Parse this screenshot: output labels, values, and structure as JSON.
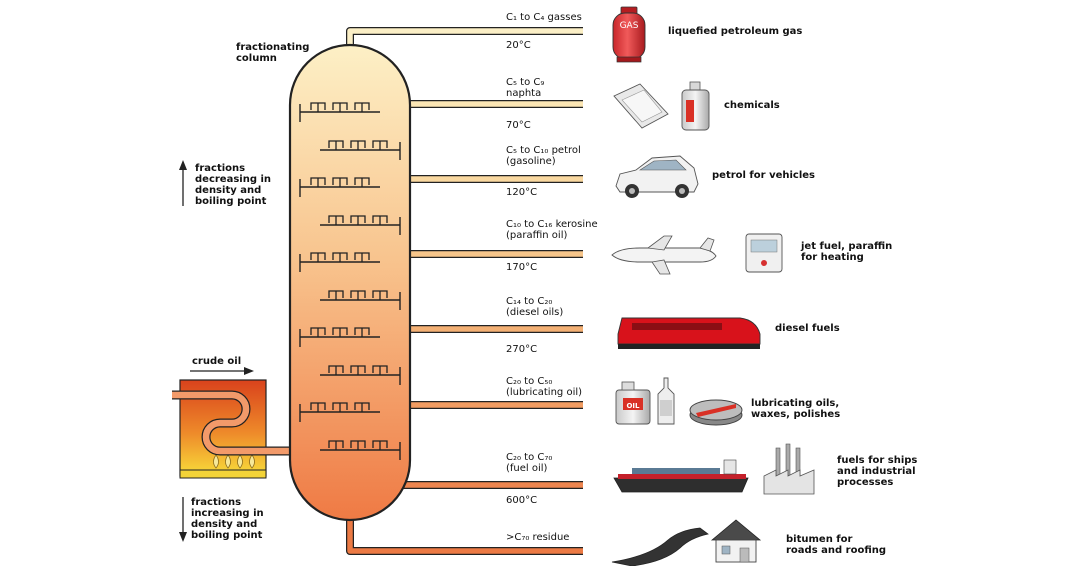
{
  "column_label": [
    "fractionating",
    "column"
  ],
  "decreasing_label": [
    "fractions",
    "decreasing in",
    "density and",
    "boiling point"
  ],
  "increasing_label": [
    "fractions",
    "increasing in",
    "density and",
    "boiling point"
  ],
  "crude_oil_label": "crude oil",
  "fractions": [
    {
      "name": "C₁ to C₄ gasses",
      "line2": "",
      "temp": "20°C",
      "use": [
        "liquefied petroleum gas"
      ]
    },
    {
      "name": "C₅ to C₉",
      "line2": "naphta",
      "temp": "70°C",
      "use": [
        "chemicals"
      ]
    },
    {
      "name": "C₅ to C₁₀ petrol",
      "line2": "(gasoline)",
      "temp": "120°C",
      "use": [
        "petrol for vehicles"
      ]
    },
    {
      "name": "C₁₀ to C₁₆ kerosine",
      "line2": "(paraffin oil)",
      "temp": "170°C",
      "use": [
        "jet fuel, paraffin",
        "for heating"
      ]
    },
    {
      "name": "C₁₄ to C₂₀",
      "line2": "(diesel oils)",
      "temp": "270°C",
      "use": [
        "diesel fuels"
      ]
    },
    {
      "name": "C₂₀ to C₅₀",
      "line2": "(lubricating oil)",
      "temp": "",
      "use": [
        "lubricating oils,",
        "waxes, polishes"
      ]
    },
    {
      "name": "C₂₀ to C₇₀",
      "line2": "(fuel oil)",
      "temp": "600°C",
      "use": [
        "fuels for ships",
        "and industrial",
        "processes"
      ]
    },
    {
      "name": ">C₇₀ residue",
      "line2": "",
      "temp": "",
      "use": [
        "bitumen for",
        "roads and roofing"
      ]
    }
  ],
  "gas_tank_text": "GAS",
  "oil_can_text": "OIL",
  "colors": {
    "column_top": "#fdeec0",
    "column_bottom": "#ee7a45",
    "pipe_top": "#fcefc4",
    "pipe_bottom": "#ec8050",
    "furnace": "#e04a1e",
    "flame": "#f5d634",
    "train": "#d8121b"
  }
}
